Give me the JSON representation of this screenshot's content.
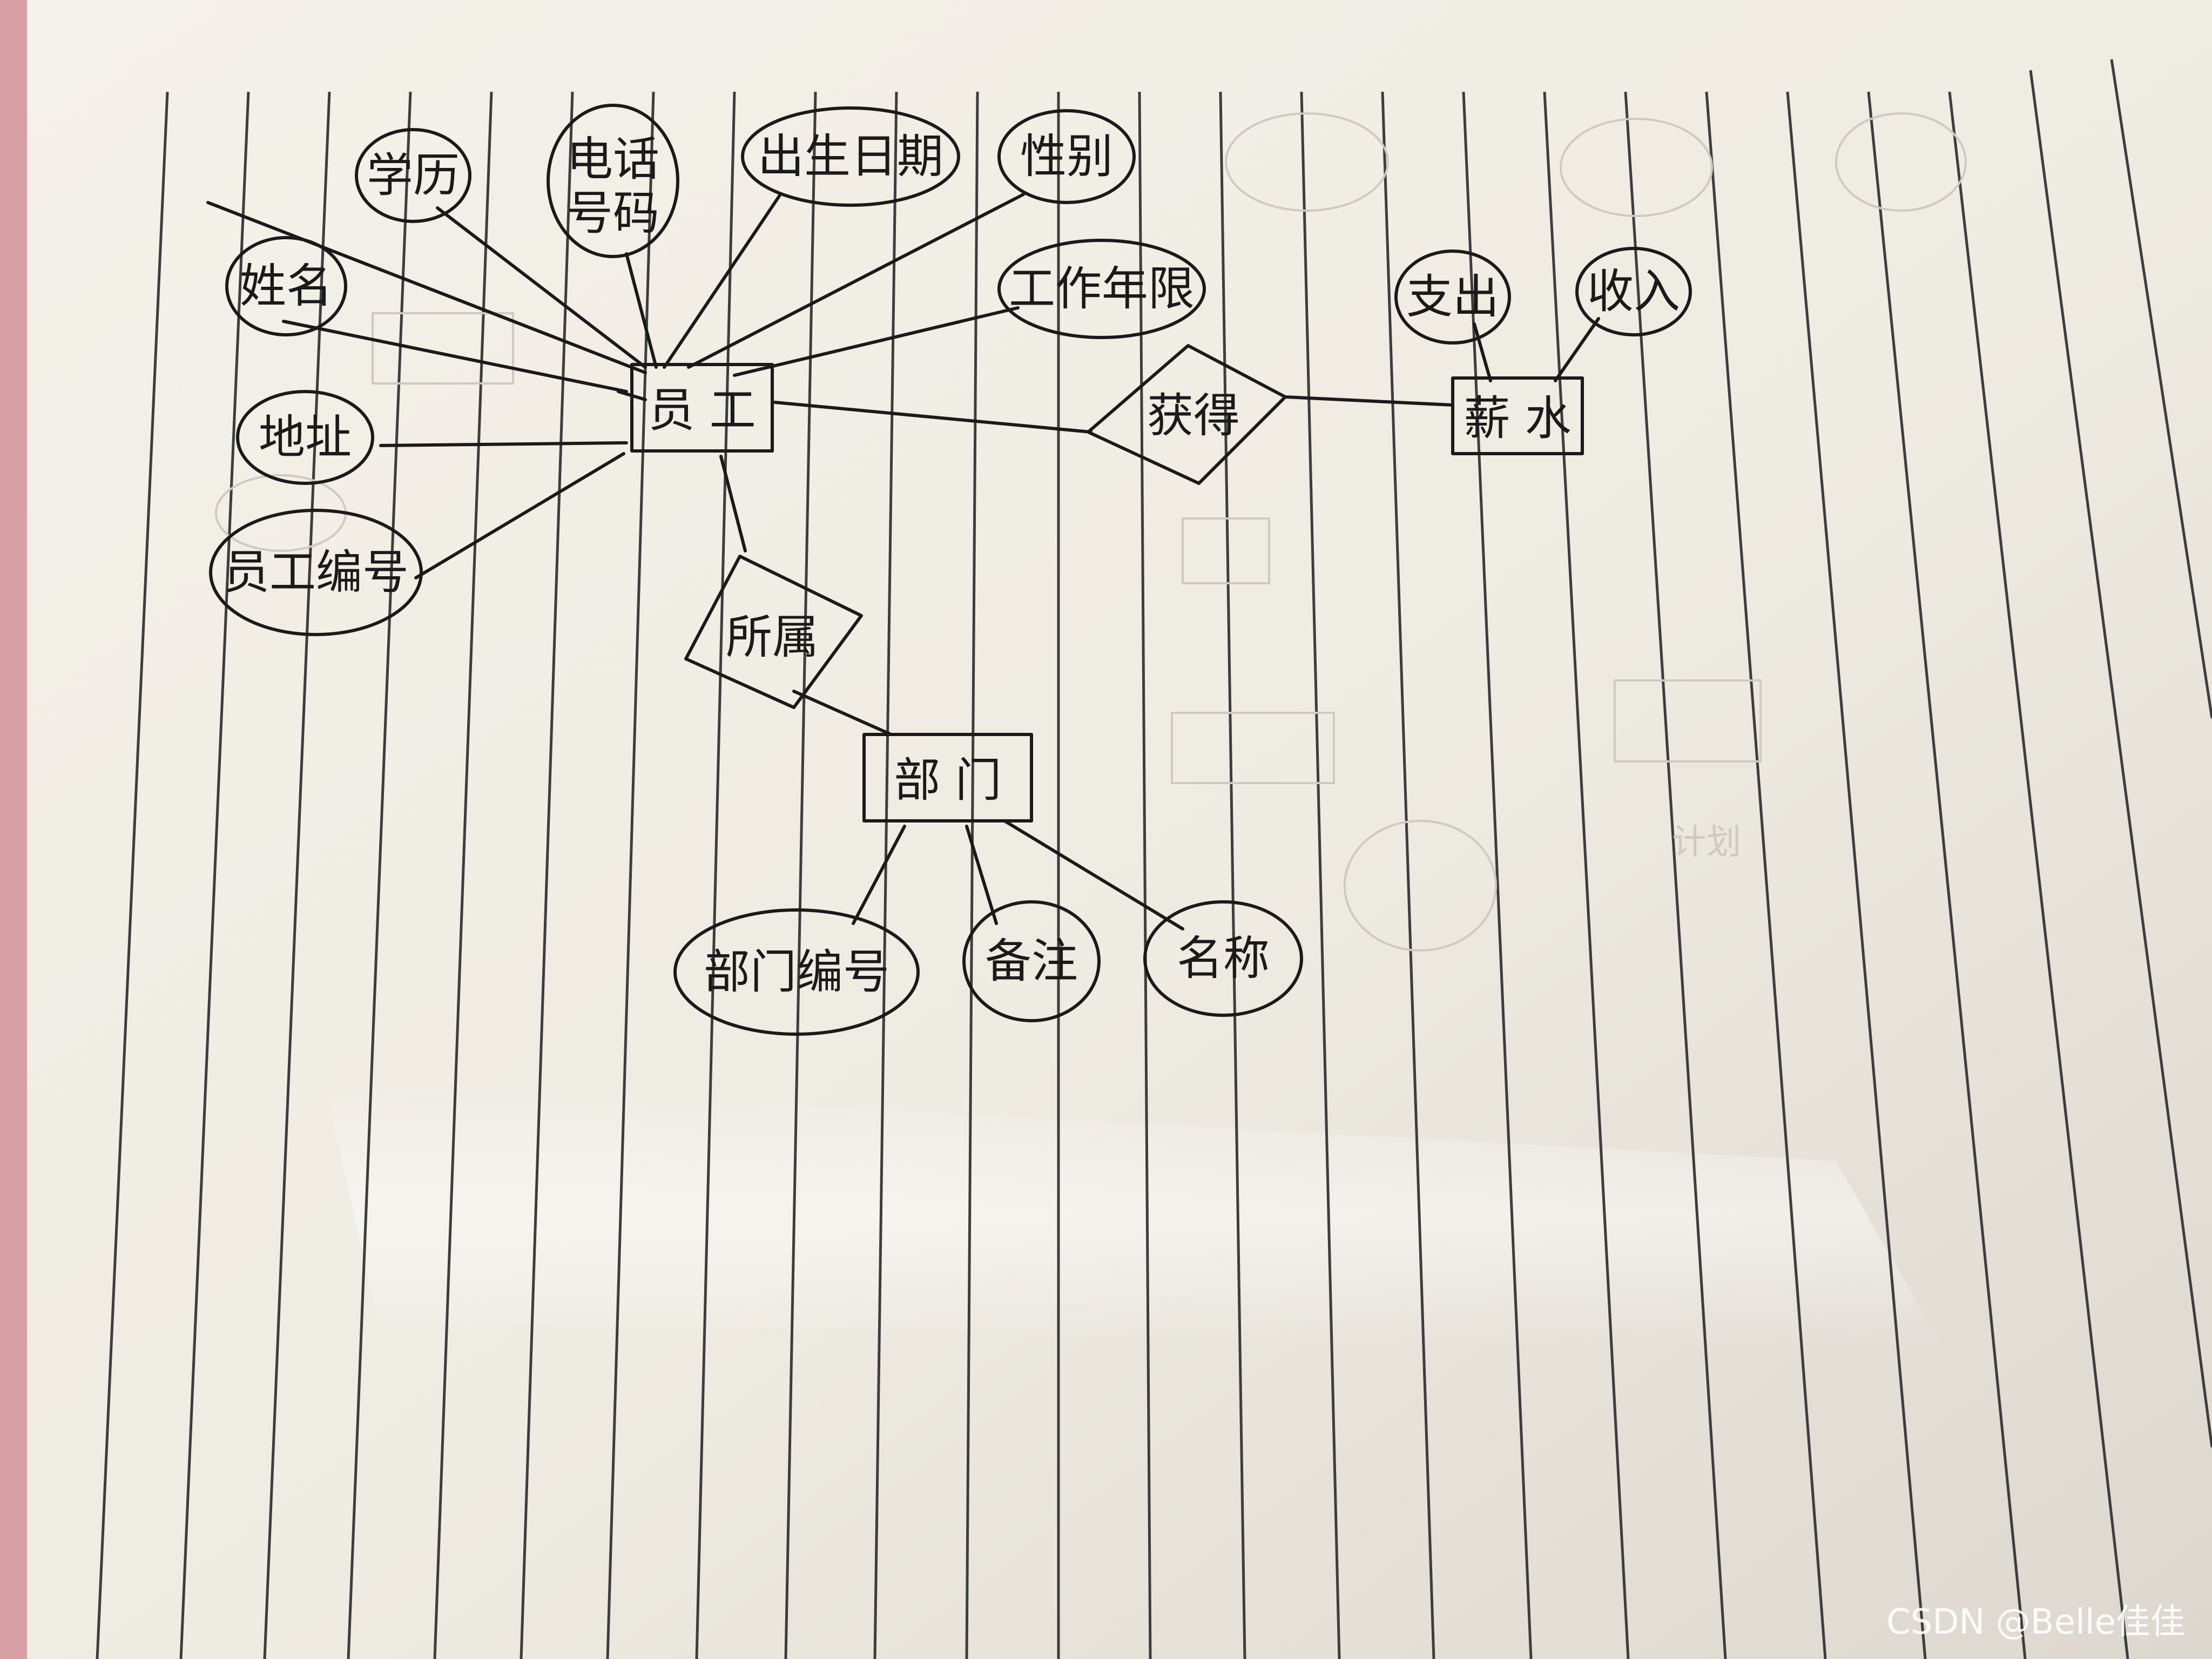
{
  "diagram": {
    "entities": [
      {
        "id": "employee",
        "label": "员 工"
      },
      {
        "id": "salary",
        "label": "薪 水"
      },
      {
        "id": "department",
        "label": "部 门"
      }
    ],
    "relationships": [
      {
        "id": "obtain",
        "label": "获得"
      },
      {
        "id": "belongs",
        "label": "所属"
      }
    ],
    "attributes": [
      {
        "id": "education",
        "label": "学历",
        "entity": "employee"
      },
      {
        "id": "phone",
        "label": "电话",
        "label2": "号码",
        "entity": "employee"
      },
      {
        "id": "birthdate",
        "label": "出生日期",
        "entity": "employee"
      },
      {
        "id": "gender",
        "label": "性别",
        "entity": "employee"
      },
      {
        "id": "workyears",
        "label": "工作年限",
        "entity": "employee"
      },
      {
        "id": "name",
        "label": "姓名",
        "entity": "employee"
      },
      {
        "id": "address",
        "label": "地址",
        "entity": "employee"
      },
      {
        "id": "empid",
        "label": "员工编号",
        "entity": "employee"
      },
      {
        "id": "expense",
        "label": "支出",
        "entity": "salary"
      },
      {
        "id": "income",
        "label": "收入",
        "entity": "salary"
      },
      {
        "id": "deptid",
        "label": "部门编号",
        "entity": "department"
      },
      {
        "id": "remark",
        "label": "备注",
        "entity": "department"
      },
      {
        "id": "deptname",
        "label": "名称",
        "entity": "department"
      }
    ]
  },
  "watermark": "CSDN @Belle佳佳",
  "colors": {
    "paper": "#f3f0e8",
    "ink": "#1a1a1a",
    "rule": "#3d3d3d",
    "edge": "#d8a0a4"
  }
}
